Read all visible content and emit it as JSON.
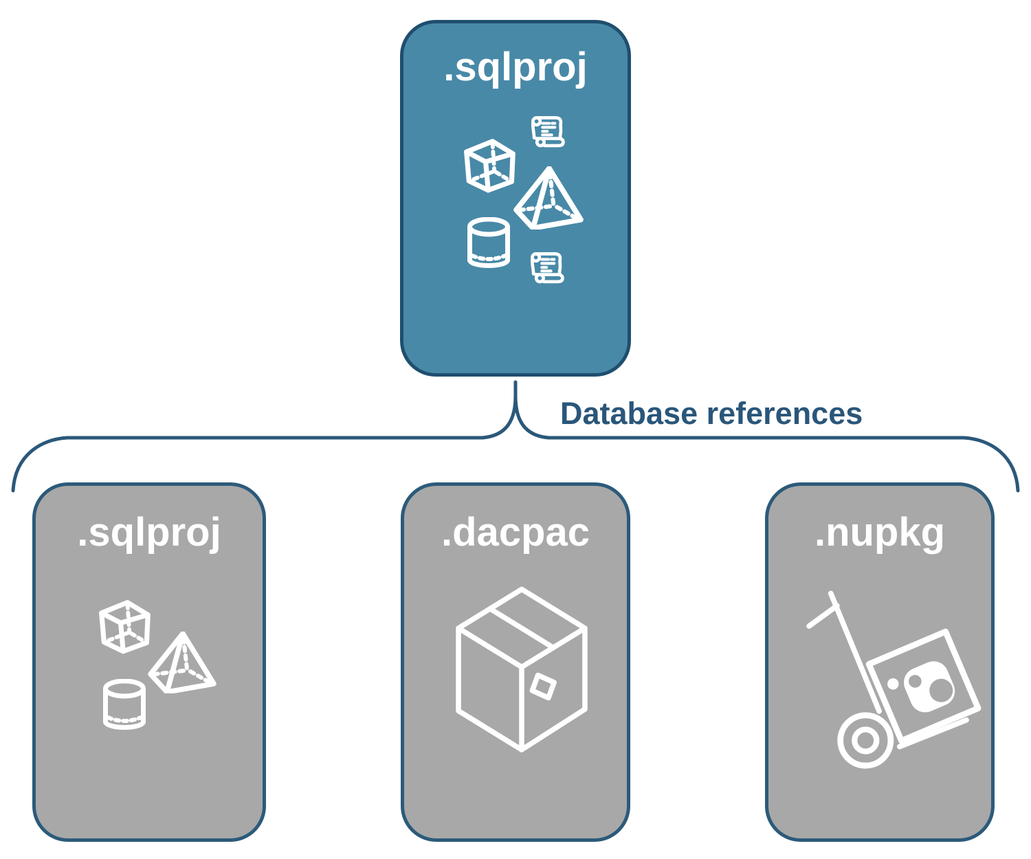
{
  "connector": {
    "label": "Database references"
  },
  "root": {
    "label": ".sqlproj",
    "icons": [
      "cube",
      "scroll",
      "pyramid",
      "cylinder",
      "scroll"
    ]
  },
  "children": [
    {
      "label": ".sqlproj",
      "icons": [
        "cube",
        "pyramid",
        "cylinder"
      ]
    },
    {
      "label": ".dacpac",
      "icons": [
        "package-box"
      ]
    },
    {
      "label": ".nupkg",
      "icons": [
        "nuget-hand-truck"
      ]
    }
  ],
  "colors": {
    "root_fill": "#4889A7",
    "root_border": "#1F4E6E",
    "child_fill": "#A8A8A8",
    "child_border": "#2C5A7A",
    "connector": "#2B587A",
    "connector_text": "#2A567A",
    "label_text": "#FFFFFF",
    "icon": "#FFFFFF"
  }
}
